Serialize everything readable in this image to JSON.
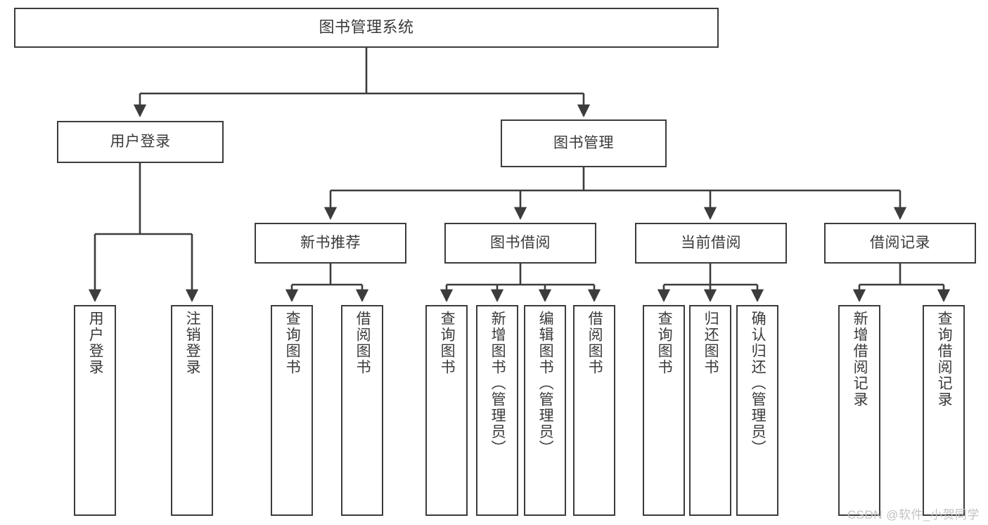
{
  "diagram": {
    "title": "图书管理系统",
    "type": "tree",
    "watermark": "CSDN @软件_小贺同学",
    "colors": {
      "node_border": "#3c3c3c",
      "node_fill": "#ffffff",
      "edge": "#3c3c3c",
      "text": "#3a3a3a",
      "watermark": "#c2c2c2",
      "background": "#ffffff"
    },
    "root": {
      "label": "图书管理系统"
    },
    "level1": [
      {
        "label": "用户登录"
      },
      {
        "label": "图书管理"
      }
    ],
    "level2": [
      {
        "label": "新书推荐"
      },
      {
        "label": "图书借阅"
      },
      {
        "label": "当前借阅"
      },
      {
        "label": "借阅记录"
      }
    ],
    "leaves": {
      "user_login": [
        {
          "label": "用户登录"
        },
        {
          "label": "注销登录"
        }
      ],
      "new_book_recommend": [
        {
          "label": "查询图书"
        },
        {
          "label": "借阅图书"
        }
      ],
      "book_borrow": [
        {
          "label": "查询图书"
        },
        {
          "label": "新增图书（管理员）"
        },
        {
          "label": "编辑图书（管理员）"
        },
        {
          "label": "借阅图书"
        }
      ],
      "current_borrow": [
        {
          "label": "查询图书"
        },
        {
          "label": "归还图书"
        },
        {
          "label": "确认归还（管理员）"
        }
      ],
      "borrow_record": [
        {
          "label": "新增借阅记录"
        },
        {
          "label": "查询借阅记录"
        }
      ]
    }
  }
}
